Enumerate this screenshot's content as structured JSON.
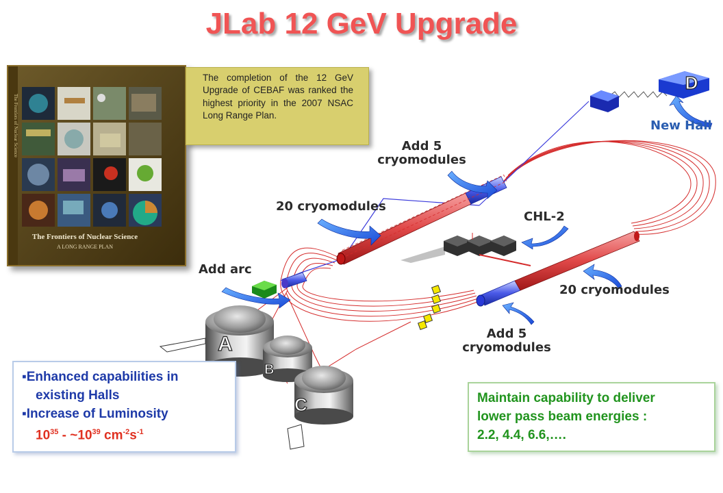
{
  "title": "JLab 12 GeV Upgrade",
  "quote": "The completion of the 12 GeV Upgrade of CEBAF was ranked the highest priority in the 2007 NSAC Long Range Plan.",
  "book": {
    "spine_text": "The Frontiers of Nuclear Science",
    "cover_title": "The Frontiers of Nuclear Science",
    "cover_subtitle": "A LONG RANGE PLAN"
  },
  "labels": {
    "new_hall": "New Hall",
    "add5_top_line1": "Add 5",
    "add5_top_line2": "cryomodules",
    "cryo20_top": "20 cryomodules",
    "chl2": "CHL-2",
    "add_arc": "Add arc",
    "cryo20_right": "20 cryomodules",
    "add5_bottom_line1": "Add 5",
    "add5_bottom_line2": "cryomodules"
  },
  "halls": {
    "a": "A",
    "b": "B",
    "c": "C",
    "d": "D"
  },
  "left_box": {
    "bullet1_line1": "Enhanced capabilities in",
    "bullet1_line2": "existing Halls",
    "bullet2_line1": "Increase of Luminosity",
    "lum_base1": "10",
    "lum_exp1": "35",
    "lum_mid": " - ~10",
    "lum_exp2": "39",
    "lum_unit": " cm",
    "lum_exp3": "-2",
    "lum_s": "s",
    "lum_exp4": "-1"
  },
  "right_box": {
    "line1": "Maintain capability to deliver",
    "line2": "lower pass beam energies :",
    "line3": "2.2, 4.4, 6.6,…."
  },
  "colors": {
    "title": "#f05454",
    "beamline": "#d42a2a",
    "linac": "#e05a5a",
    "blue_line": "#3a3adb",
    "green_text": "#21941e",
    "blue_text": "#1e3aa8",
    "hall_d_box": "#2a58e0"
  }
}
